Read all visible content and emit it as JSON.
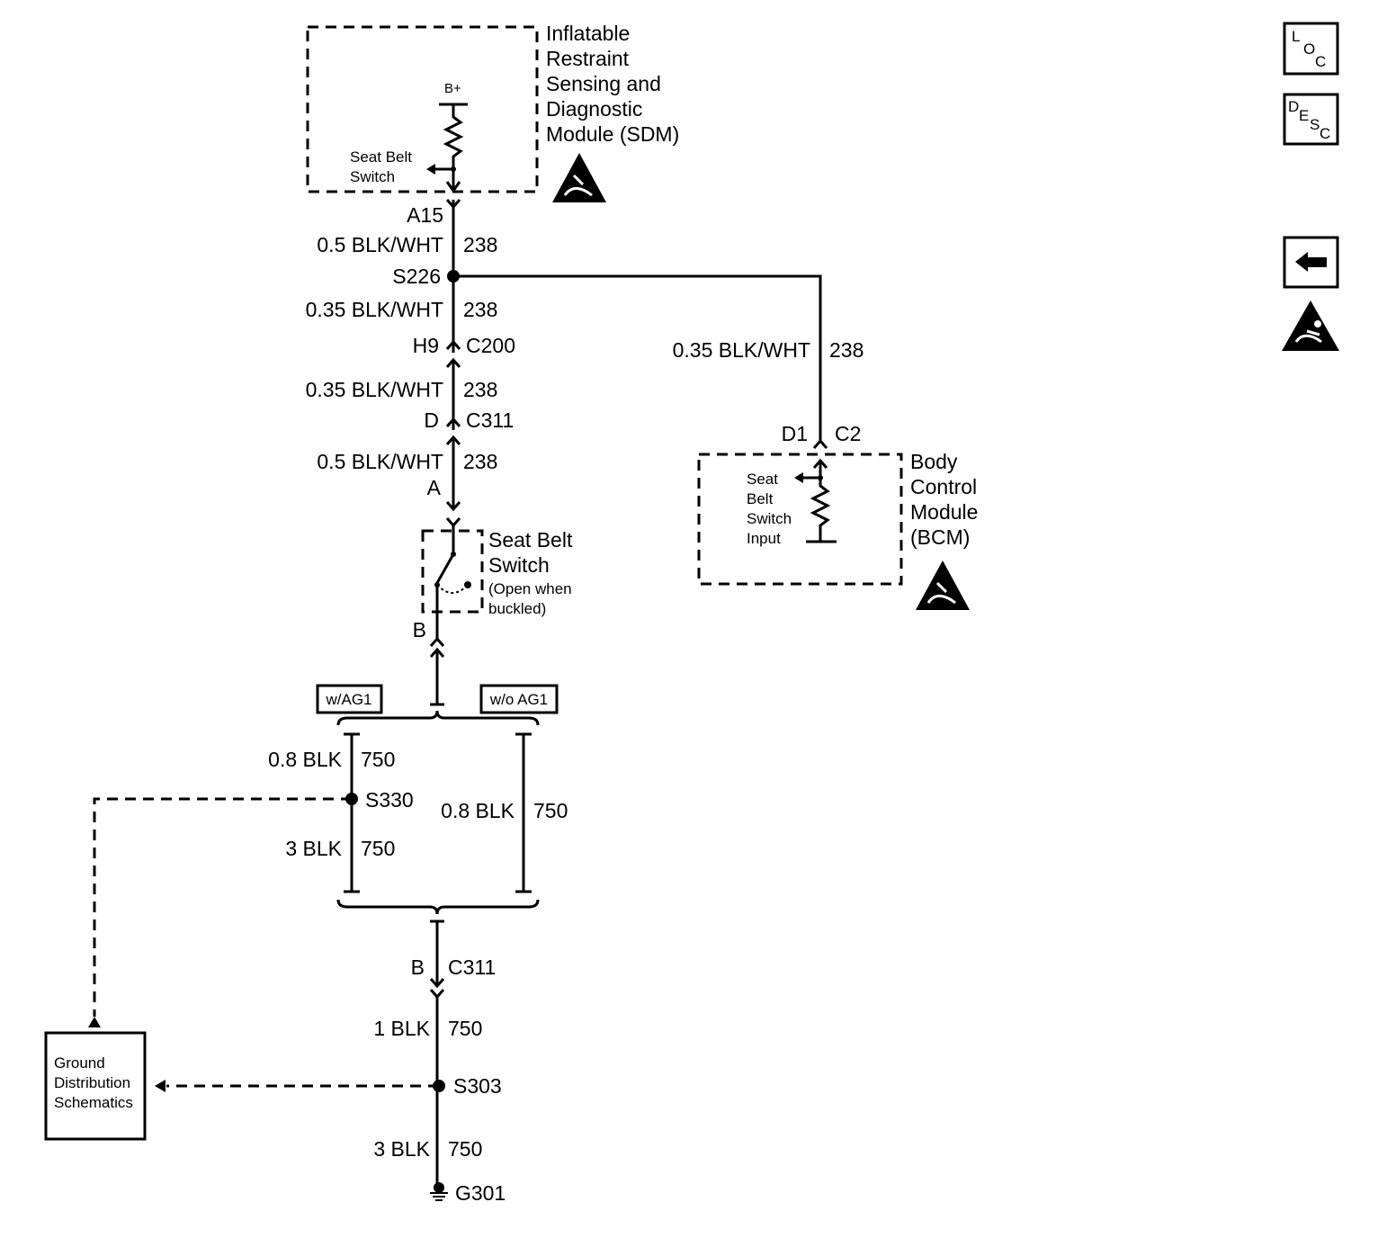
{
  "modules": {
    "sdm": {
      "name_lines": [
        "Inflatable",
        "Restraint",
        "Sensing and",
        "Diagnostic",
        "Module (SDM)"
      ],
      "supply": "B+",
      "input_lines": [
        "Seat Belt",
        "Switch"
      ]
    },
    "bcm": {
      "name_lines": [
        "Body",
        "Control",
        "Module",
        "(BCM)"
      ],
      "input_lines": [
        "Seat",
        "Belt",
        "Switch",
        "Input"
      ]
    },
    "seat_belt_switch": {
      "name_lines": [
        "Seat Belt",
        "Switch"
      ],
      "note_lines": [
        "(Open when",
        "buckled)"
      ]
    },
    "ground_distribution": {
      "lines": [
        "Ground",
        "Distribution",
        "Schematics"
      ]
    }
  },
  "pins": {
    "sdm_pin": "A15",
    "c200_pin": "H9",
    "c200": "C200",
    "c311_pin": "D",
    "c311": "C311",
    "switch_pin_a": "A",
    "switch_pin_b": "B",
    "bcm_pin": "D1",
    "bcm_conn": "C2",
    "c311_b_pin": "B",
    "c311_b_conn": "C311"
  },
  "wires": {
    "w1": {
      "gauge": "0.5 BLK/WHT",
      "circuit": "238"
    },
    "w2": {
      "gauge": "0.35 BLK/WHT",
      "circuit": "238"
    },
    "w3": {
      "gauge": "0.35 BLK/WHT",
      "circuit": "238"
    },
    "w4": {
      "gauge": "0.5 BLK/WHT",
      "circuit": "238"
    },
    "w5": {
      "gauge": "0.35 BLK/WHT",
      "circuit": "238"
    },
    "w6": {
      "gauge": "0.8 BLK",
      "circuit": "750"
    },
    "w7": {
      "gauge": "3 BLK",
      "circuit": "750"
    },
    "w8": {
      "gauge": "0.8 BLK",
      "circuit": "750"
    },
    "w9": {
      "gauge": "1 BLK",
      "circuit": "750"
    },
    "w10": {
      "gauge": "3 BLK",
      "circuit": "750"
    }
  },
  "splices": {
    "s226": "S226",
    "s330": "S330",
    "s303": "S303"
  },
  "ground": "G301",
  "options": {
    "with": "w/AG1",
    "without": "w/o AG1"
  },
  "nav": {
    "loc": [
      "L",
      "O",
      "C"
    ],
    "desc": [
      "D",
      "E",
      "S",
      "C"
    ]
  },
  "icons": [
    "esd-warning-icon",
    "back-arrow-icon",
    "airbag-warning-icon"
  ]
}
